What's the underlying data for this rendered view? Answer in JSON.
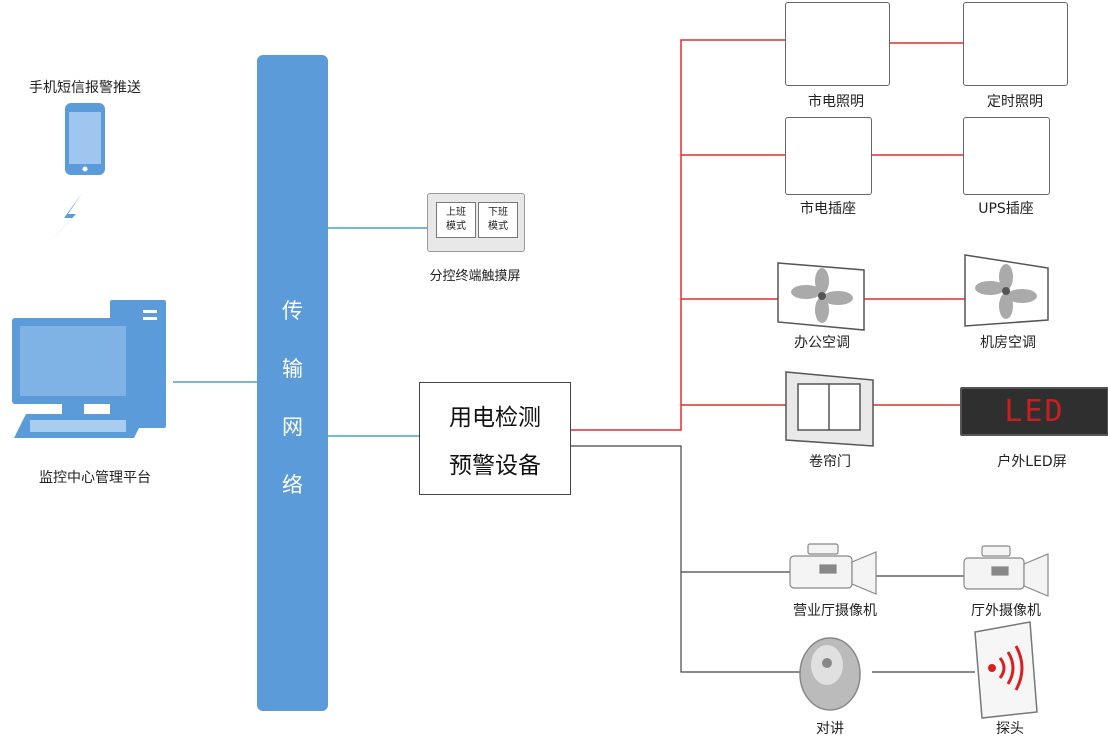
{
  "phone_alert": {
    "label": "手机短信报警推送"
  },
  "monitor": {
    "label": "监控中心管理平台"
  },
  "bus": {
    "chars": [
      "传",
      "输",
      "网",
      "络"
    ]
  },
  "touch_panel": {
    "label": "分控终端触摸屏",
    "left_button": [
      "上班",
      "模式"
    ],
    "right_button": [
      "下班",
      "模式"
    ]
  },
  "device": {
    "line1": "用电检测",
    "line2": "预警设备"
  },
  "devices": {
    "mains_lighting": "市电照明",
    "timed_lighting": "定时照明",
    "mains_socket": "市电插座",
    "ups_socket": "UPS插座",
    "office_ac": "办公空调",
    "room_ac": "机房空调",
    "shutter_door": "卷帘门",
    "outdoor_led": "户外LED屏",
    "hall_camera": "营业厅摄像机",
    "outside_camera": "厅外摄像机",
    "intercom": "对讲",
    "detector": "探头"
  },
  "led_text": "LED",
  "colors": {
    "bus": "#5b9bd9",
    "control_line": "#d93030",
    "net_line": "#4aa0c8",
    "dark_line": "#444444"
  }
}
